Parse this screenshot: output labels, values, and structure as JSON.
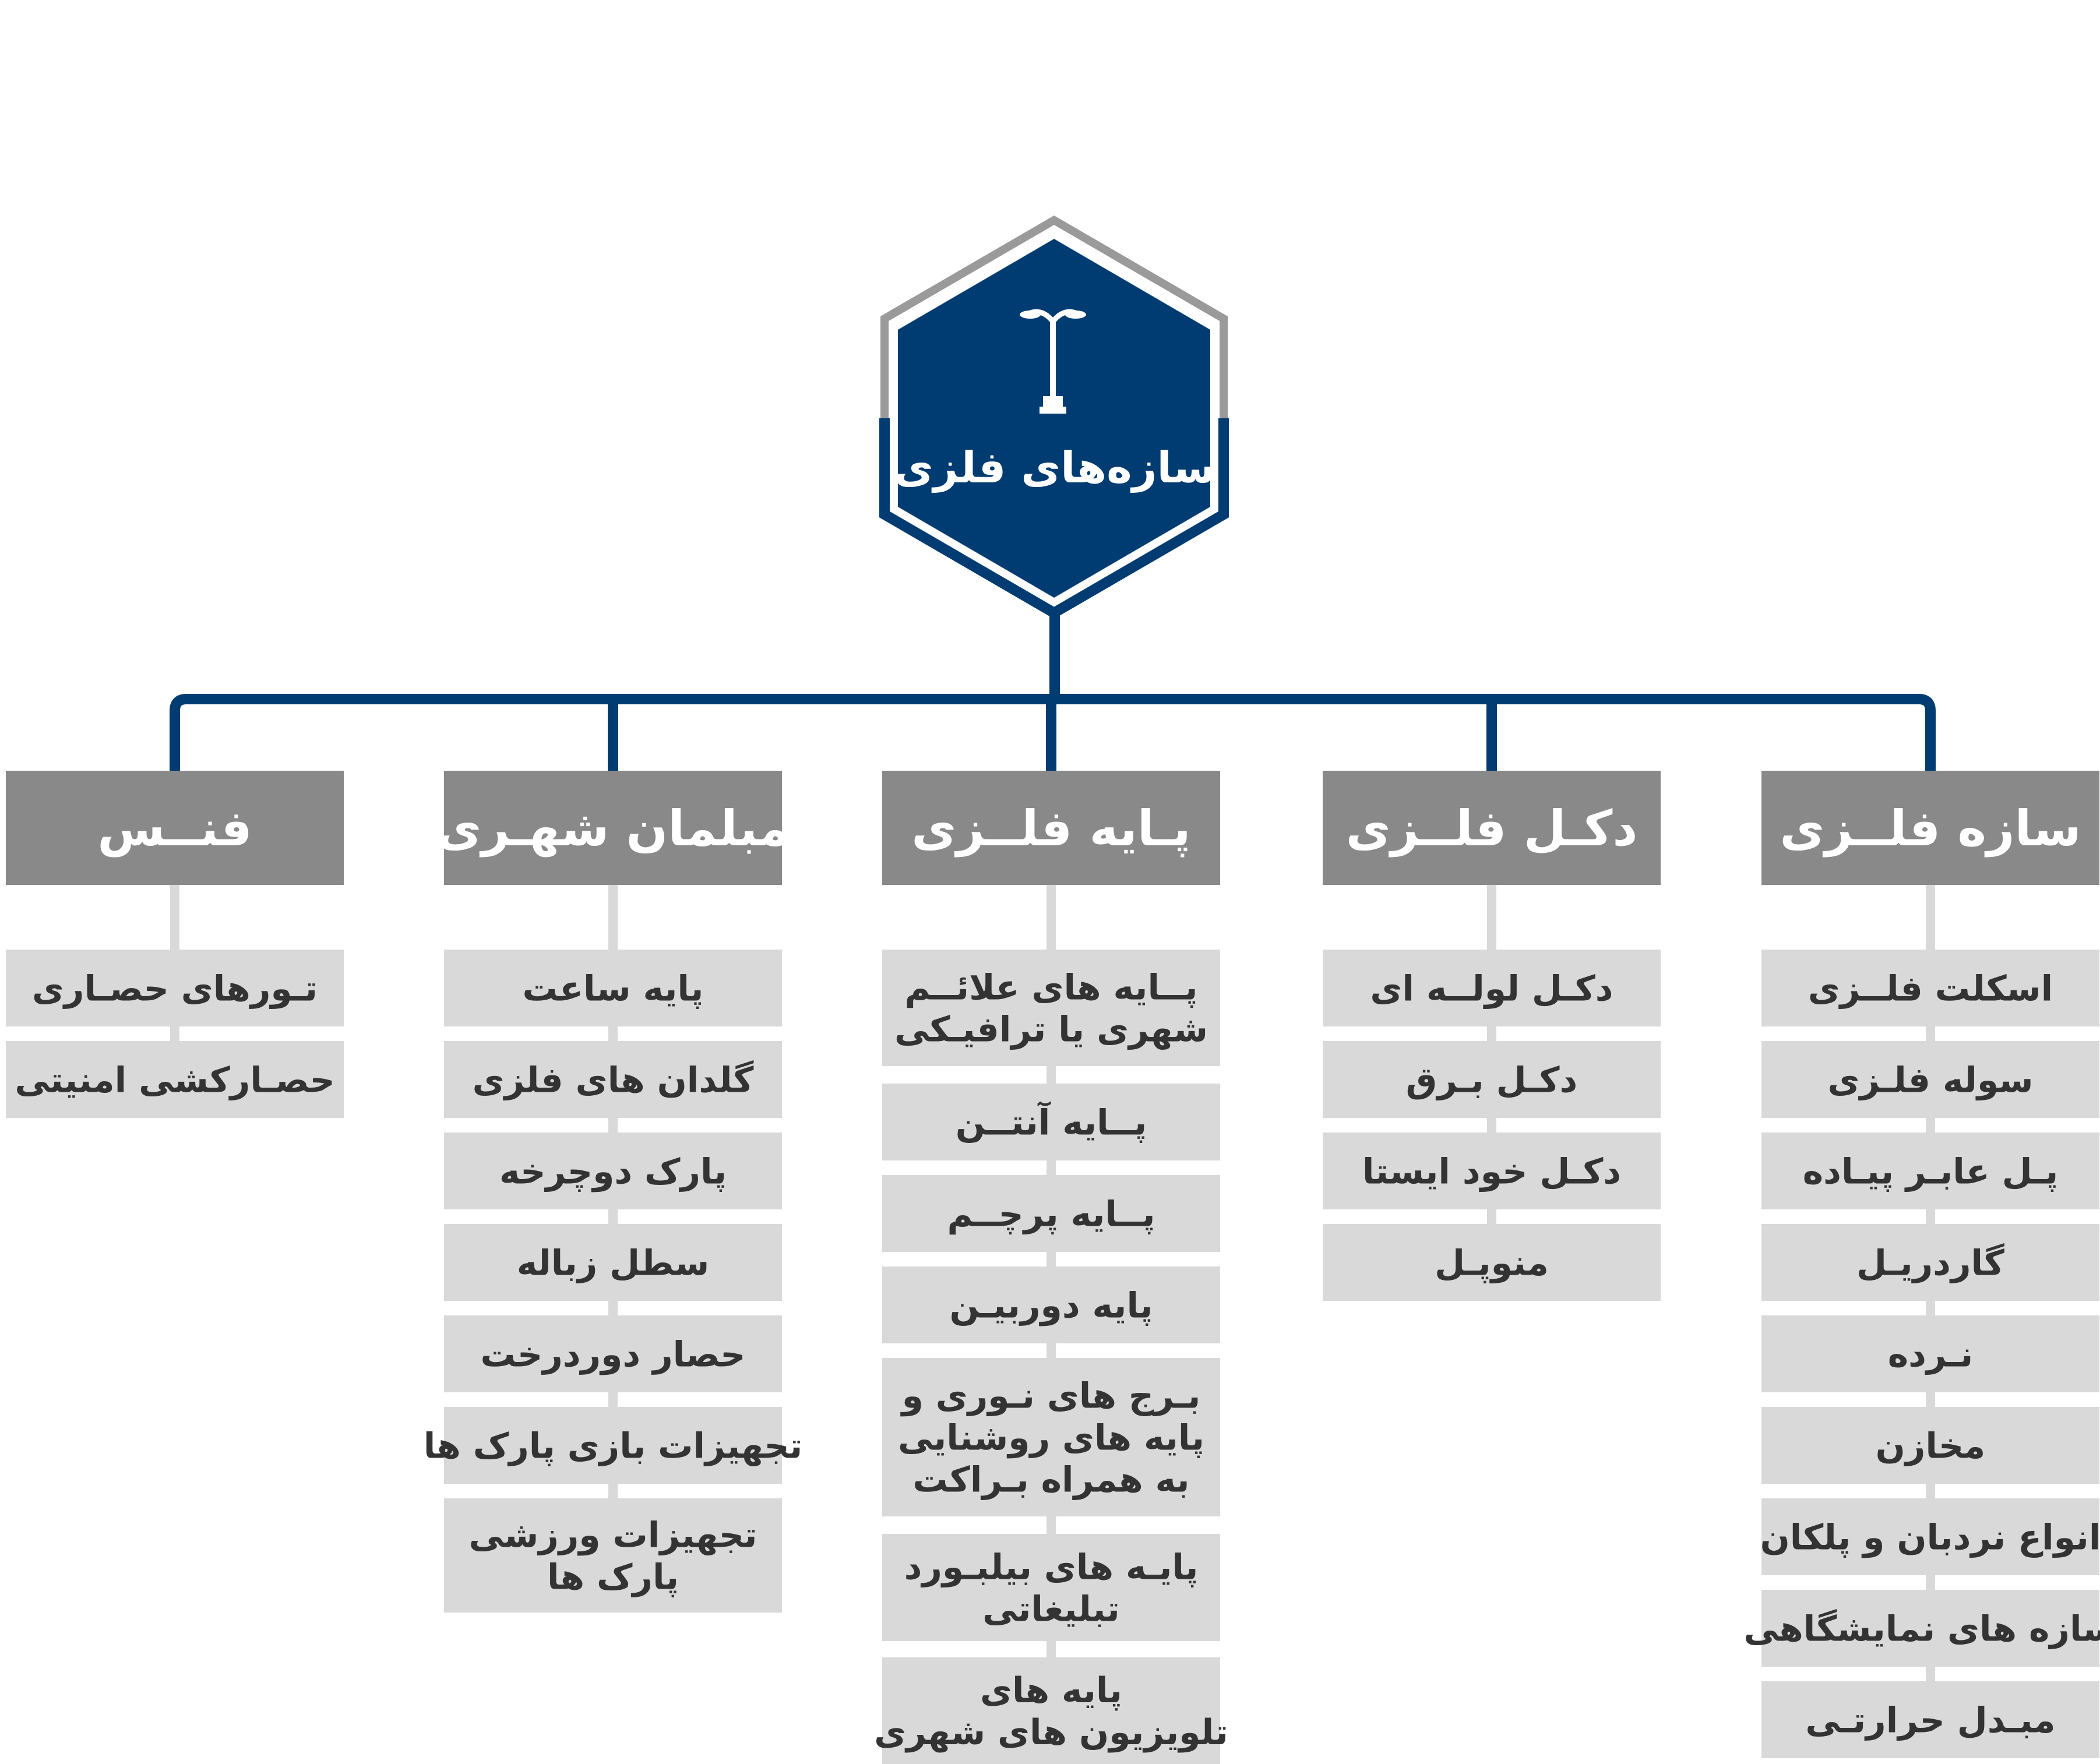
{
  "root": {
    "title": "سازه‌های فلزی",
    "icon": "street-lamp-icon",
    "fill_color": "#003c71",
    "border_color": "#9a9a9a"
  },
  "colors": {
    "connector": "#003c71",
    "header_fill": "#898989",
    "header_text": "#ffffff",
    "item_fill": "#d9d9d9",
    "item_text": "#333333",
    "spine": "#d9d9d9"
  },
  "columns": [
    {
      "header": "سازه فلــزی",
      "items": [
        [
          "اسکلت فلــزی"
        ],
        [
          "سوله فلـزی"
        ],
        [
          "پـل عابـر پیـاده"
        ],
        [
          "گاردریـل"
        ],
        [
          "نـرده"
        ],
        [
          "مخازن"
        ],
        [
          "انواع نردبان و پلکان"
        ],
        [
          "سازه های نمایشگاهی"
        ],
        [
          "مبـدل حرارتـی"
        ]
      ]
    },
    {
      "header": "دکـل فلــزی",
      "items": [
        [
          "دکـل لولــه ای"
        ],
        [
          "دکـل بـرق"
        ],
        [
          "دکـل خود ایستا"
        ],
        [
          "منوپـل"
        ]
      ]
    },
    {
      "header": "پـایه فلــزی",
      "items": [
        [
          "پــایه های علائــم",
          "شهری یا ترافیـکی"
        ],
        [
          "پــایه آنتــن"
        ],
        [
          "پــایه پرچــم"
        ],
        [
          "پایه دوربیـن"
        ],
        [
          "بـرج های نـوری و",
          "پایه های روشنایی",
          "به همراه بـراکت"
        ],
        [
          "پایـه های بیلبـورد",
          "تبلیغاتی"
        ],
        [
          "پایه های",
          "تلویزیون های شهری"
        ]
      ]
    },
    {
      "header": "مبلمان شهـری",
      "items": [
        [
          "پایه ساعت"
        ],
        [
          "گلدان های فلزی"
        ],
        [
          "پارک دوچرخه"
        ],
        [
          "سطل زباله"
        ],
        [
          "حصار دوردرخت"
        ],
        [
          "تجهیزات بازی پارک ها"
        ],
        [
          "تجهیزات ورزشی",
          "پارک ها"
        ]
      ]
    },
    {
      "header": "فنــس",
      "items": [
        [
          "تـورهای حصـاری"
        ],
        [
          "حصـارکشی امنیتی"
        ]
      ]
    }
  ]
}
